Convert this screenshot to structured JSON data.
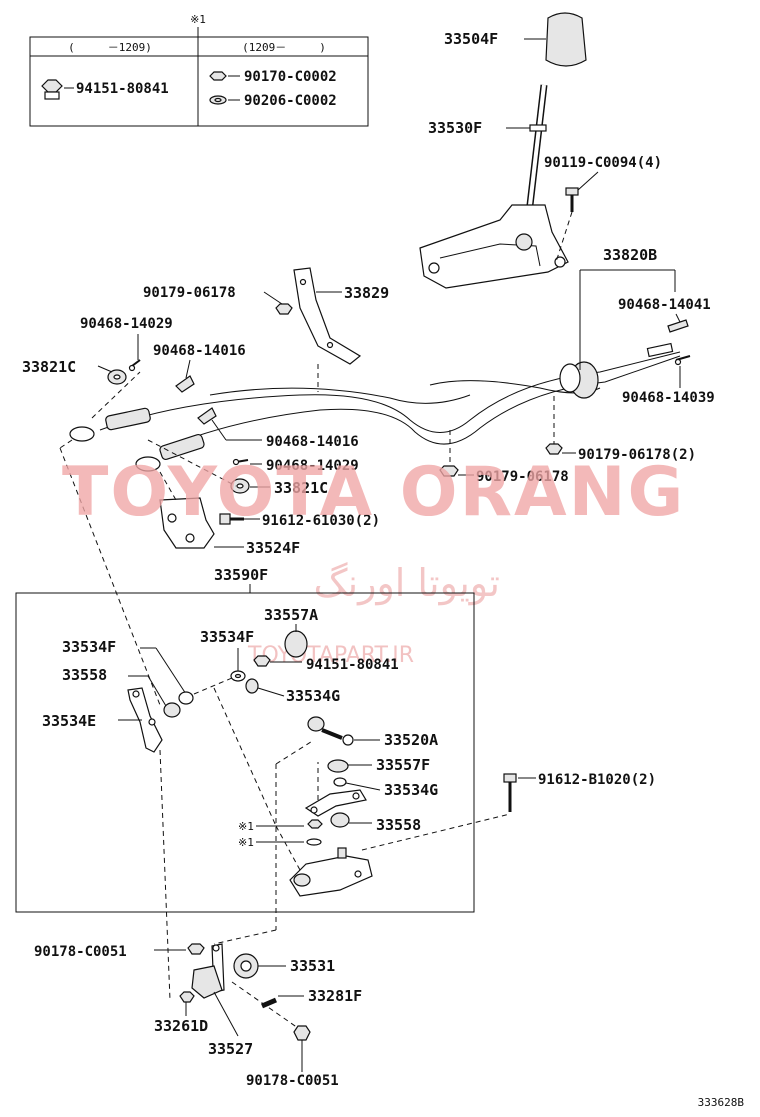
{
  "note_table": {
    "marker": "※1",
    "col_left_header": "(　　　－1209)",
    "col_right_header": "(1209－　　　)",
    "left_part": "94151-80841",
    "right_parts": [
      "90170-C0002",
      "90206-C0002"
    ]
  },
  "watermark": {
    "latin": "TOYOTA ORANG",
    "arabic": "تویوتا اورنگ",
    "url": "TOYOTAPART.IR"
  },
  "labels": {
    "l33504F": "33504F",
    "l33530F": "33530F",
    "l90119": "90119-C0094(4)",
    "l33820B": "33820B",
    "l90468_14041": "90468-14041",
    "l90468_14039": "90468-14039",
    "l90179_06178_top": "90179-06178",
    "l33829": "33829",
    "l90468_14029_top": "90468-14029",
    "l90468_14016_top": "90468-14016",
    "l33821C_top": "33821C",
    "l90468_14016_mid": "90468-14016",
    "l90468_14029_mid": "90468-14029",
    "l33821C_mid": "33821C",
    "l91612_61030": "91612-61030(2)",
    "l33524F": "33524F",
    "l90179_06178_2": "90179-06178(2)",
    "l90179_06178_mid": "90179-06178",
    "l33590F": "33590F",
    "l33557A": "33557A",
    "l33534F_a": "33534F",
    "l33534F_b": "33534F",
    "l94151_80841": "94151-80841",
    "l33558_a": "33558",
    "l33534G_a": "33534G",
    "l33534E": "33534E",
    "l33520A": "33520A",
    "l33557F": "33557F",
    "l33534G_b": "33534G",
    "l33558_b": "33558",
    "l91612_B1020": "91612-B1020(2)",
    "mark1a": "※1",
    "mark1b": "※1",
    "l90178_C0051_a": "90178-C0051",
    "l33531": "33531",
    "l33281F": "33281F",
    "l33261D": "33261D",
    "l33527": "33527",
    "l90178_C0051_b": "90178-C0051",
    "figure_id": "333628B"
  }
}
